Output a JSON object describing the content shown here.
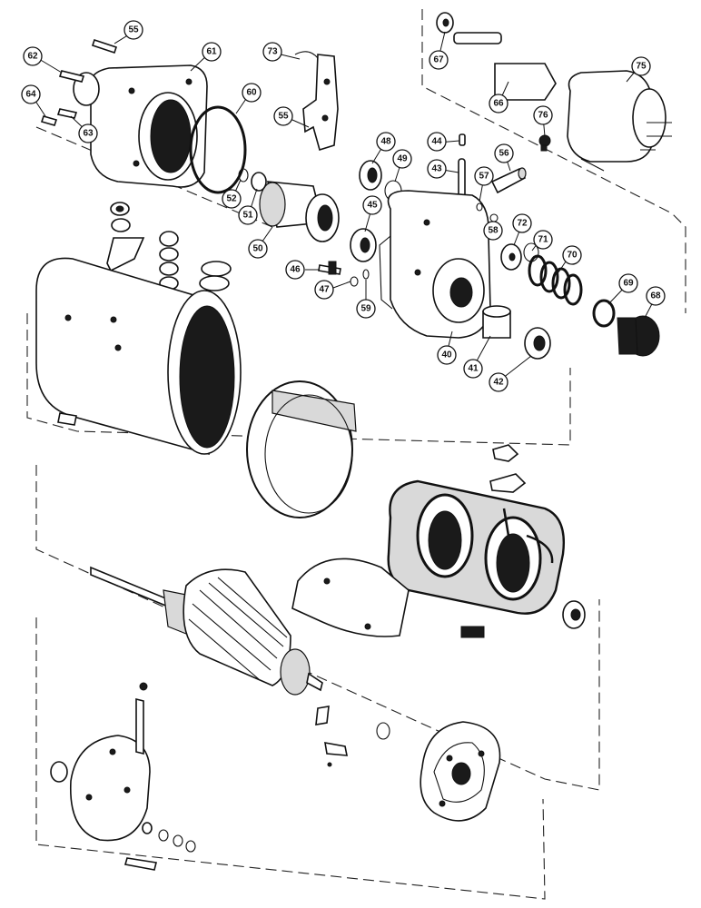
{
  "diagram": {
    "callouts": [
      {
        "id": "55a",
        "label": "55"
      },
      {
        "id": "62",
        "label": "62"
      },
      {
        "id": "61",
        "label": "61"
      },
      {
        "id": "73",
        "label": "73"
      },
      {
        "id": "67",
        "label": "67"
      },
      {
        "id": "75",
        "label": "75"
      },
      {
        "id": "64",
        "label": "64"
      },
      {
        "id": "63",
        "label": "63"
      },
      {
        "id": "60",
        "label": "60"
      },
      {
        "id": "55b",
        "label": "55"
      },
      {
        "id": "66",
        "label": "66"
      },
      {
        "id": "76",
        "label": "76"
      },
      {
        "id": "44",
        "label": "44"
      },
      {
        "id": "48",
        "label": "48"
      },
      {
        "id": "49",
        "label": "49"
      },
      {
        "id": "56",
        "label": "56"
      },
      {
        "id": "43",
        "label": "43"
      },
      {
        "id": "57",
        "label": "57"
      },
      {
        "id": "52",
        "label": "52"
      },
      {
        "id": "51",
        "label": "51"
      },
      {
        "id": "45",
        "label": "45"
      },
      {
        "id": "58",
        "label": "58"
      },
      {
        "id": "72",
        "label": "72"
      },
      {
        "id": "71",
        "label": "71"
      },
      {
        "id": "50",
        "label": "50"
      },
      {
        "id": "70",
        "label": "70"
      },
      {
        "id": "46",
        "label": "46"
      },
      {
        "id": "47",
        "label": "47"
      },
      {
        "id": "59",
        "label": "59"
      },
      {
        "id": "69",
        "label": "69"
      },
      {
        "id": "68",
        "label": "68"
      },
      {
        "id": "40",
        "label": "40"
      },
      {
        "id": "41",
        "label": "41"
      },
      {
        "id": "42",
        "label": "42"
      }
    ]
  }
}
